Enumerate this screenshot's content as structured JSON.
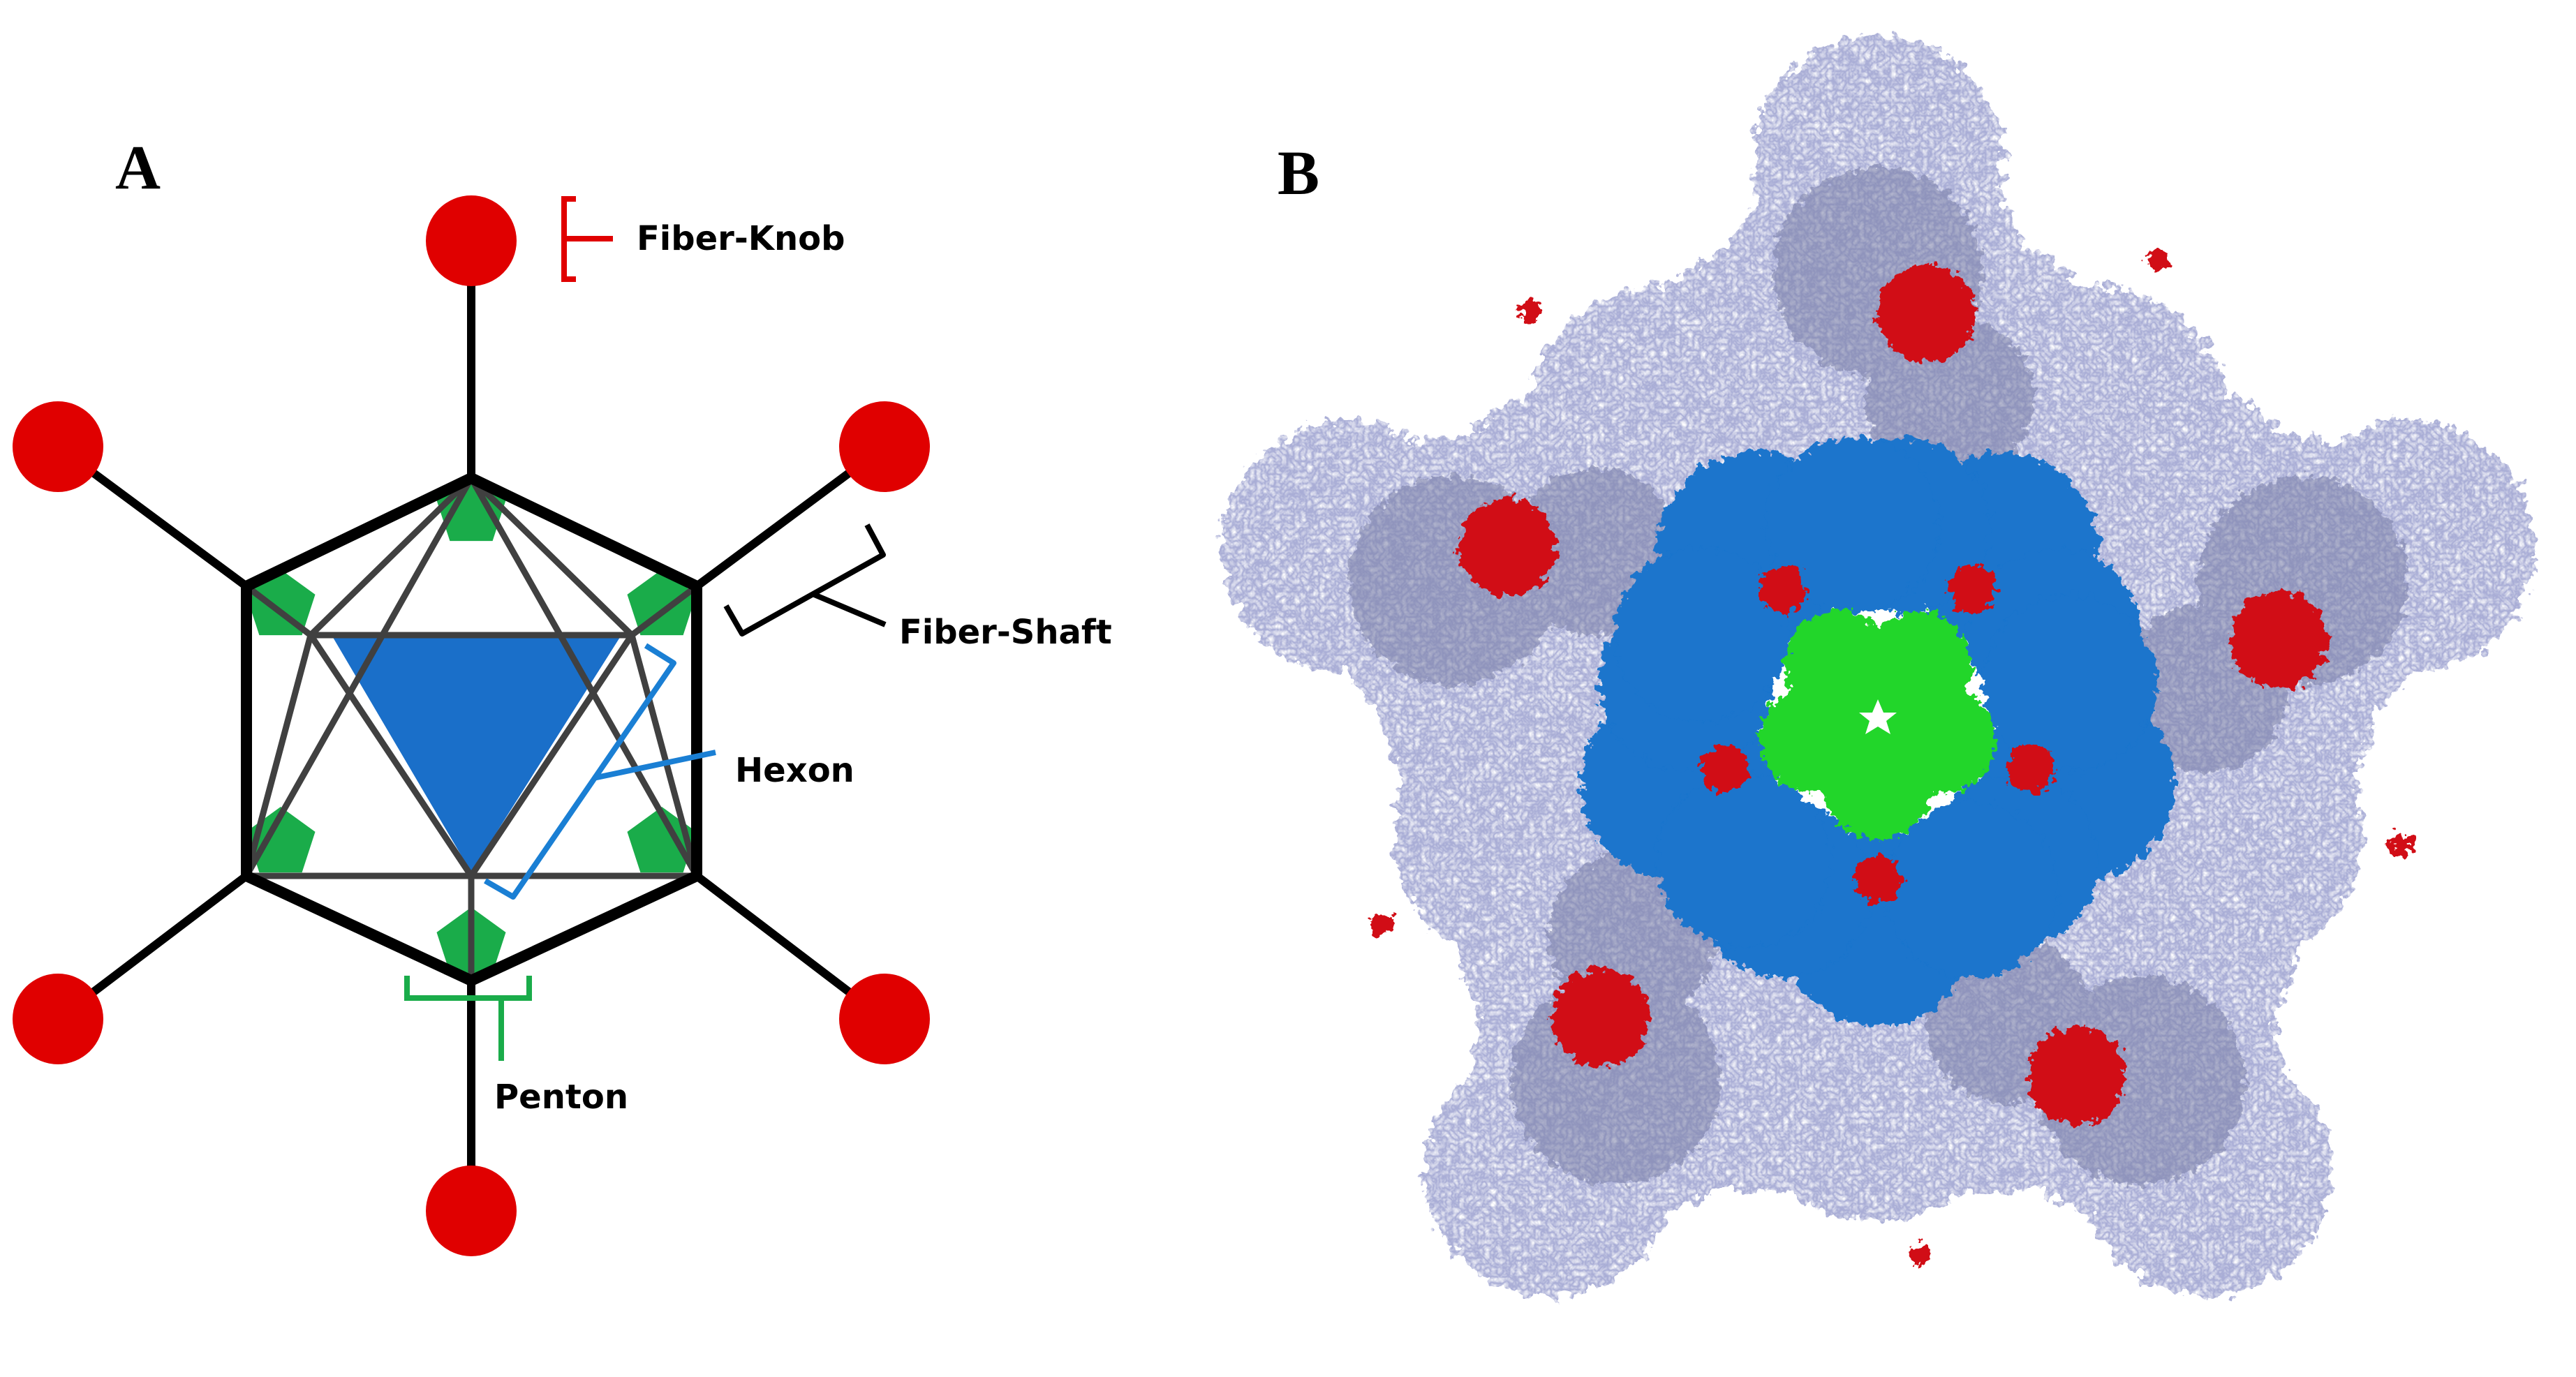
{
  "panels": {
    "a": {
      "letter": "A"
    },
    "b": {
      "letter": "B"
    }
  },
  "labels": {
    "fiber_knob": "Fiber-Knob",
    "fiber_shaft": "Fiber-Shaft",
    "hexon": "Hexon",
    "penton": "Penton"
  },
  "colors": {
    "fiber_knob": "#e00000",
    "fiber_shaft": "#000000",
    "penton": "#1aac4a",
    "hexon": "#1a6fc9",
    "hexon_callout": "#1a7fd4",
    "penton_callout": "#1aac4a",
    "capsid_outline": "#000000",
    "facet_lines": "#404040",
    "structure_periphery": "#a9add6",
    "structure_ring": "#1a74cc",
    "structure_center": "#24d62a",
    "structure_accent": "#d10f14"
  },
  "structure": {
    "symmetry_fold": 5
  }
}
